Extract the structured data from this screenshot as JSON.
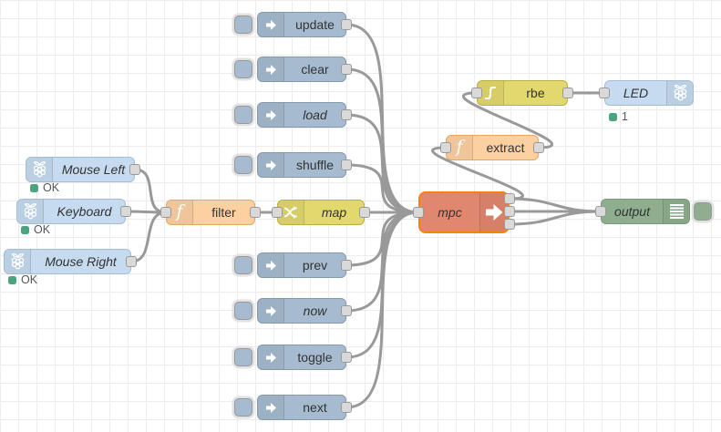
{
  "editor": {
    "type": "flow-canvas",
    "grid_color": "#ececec",
    "wire_color": "#999999",
    "selection_color": "#ff7f0e",
    "status_green": "#4ca380",
    "node_colors": {
      "inject": "#a6bbcf",
      "raspberry_pi": "#c6dbef",
      "function": "#fdd0a2",
      "switch_rbe": "#e2d96e",
      "mpc": "#e2876f",
      "output": "#8fae8f"
    }
  },
  "nodes": {
    "update": {
      "label": "update",
      "icon": "inject-arrow-icon"
    },
    "clear": {
      "label": "clear",
      "icon": "inject-arrow-icon"
    },
    "load": {
      "label": "load",
      "icon": "inject-arrow-icon"
    },
    "shuffle": {
      "label": "shuffle",
      "icon": "inject-arrow-icon"
    },
    "prev": {
      "label": "prev",
      "icon": "inject-arrow-icon"
    },
    "now": {
      "label": "now",
      "icon": "inject-arrow-icon"
    },
    "toggle": {
      "label": "toggle",
      "icon": "inject-arrow-icon"
    },
    "next": {
      "label": "next",
      "icon": "inject-arrow-icon"
    },
    "mouse_left": {
      "label": "Mouse Left",
      "icon": "raspberry-pi-icon",
      "status": "OK"
    },
    "keyboard": {
      "label": "Keyboard",
      "icon": "raspberry-pi-icon",
      "status": "OK"
    },
    "mouse_right": {
      "label": "Mouse Right",
      "icon": "raspberry-pi-icon",
      "status": "OK"
    },
    "filter": {
      "label": "filter",
      "icon": "function-f-icon"
    },
    "map": {
      "label": "map",
      "icon": "shuffle-arrows-icon"
    },
    "mpc": {
      "label": "mpc",
      "icon": "arrow-right-icon",
      "selected": true
    },
    "extract": {
      "label": "extract",
      "icon": "function-f-icon"
    },
    "rbe": {
      "label": "rbe",
      "icon": "hysteresis-icon"
    },
    "led": {
      "label": "LED",
      "icon": "raspberry-pi-icon",
      "status": "1"
    },
    "output": {
      "label": "output",
      "icon": "list-icon"
    }
  }
}
